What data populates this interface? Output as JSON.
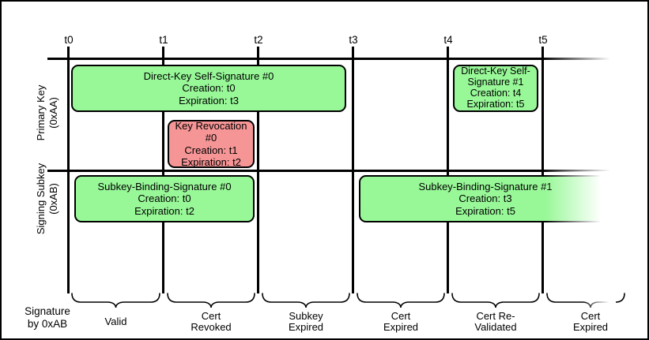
{
  "ticks": [
    "t0",
    "t1",
    "t2",
    "t3",
    "t4",
    "t5"
  ],
  "rows": [
    {
      "name": "primary-key",
      "label_lines": [
        "Primary Key",
        "(0xAA)"
      ]
    },
    {
      "name": "signing-subkey",
      "label_lines": [
        "Signing Subkey",
        "(0xAB)"
      ]
    }
  ],
  "boxes": {
    "dks0": {
      "row": "primary-key",
      "status": "valid",
      "span": [
        "t0",
        "t3"
      ],
      "lines": [
        "Direct-Key Self-Signature #0",
        "Creation: t0",
        "Expiration: t3"
      ]
    },
    "dks1": {
      "row": "primary-key",
      "status": "valid",
      "span": [
        "t4",
        "t5"
      ],
      "lines": [
        "Direct-Key Self-",
        "Signature #1",
        "Creation: t4",
        "Expiration: t5"
      ]
    },
    "revocation": {
      "row": "primary-key",
      "status": "revoked",
      "span": [
        "t1",
        "t2"
      ],
      "lines": [
        "Key Revocation #0",
        "Creation: t1",
        "Expiration: t2"
      ]
    },
    "sbs0": {
      "row": "signing-subkey",
      "status": "valid",
      "span": [
        "t0",
        "t2"
      ],
      "lines": [
        "Subkey-Binding-Signature #0",
        "Creation: t0",
        "Expiration: t2"
      ]
    },
    "sbs1": {
      "row": "signing-subkey",
      "status": "valid",
      "span": [
        "t3",
        "t5+"
      ],
      "lines": [
        "Subkey-Binding-Signature #1",
        "Creation: t3",
        "Expiration: t5"
      ]
    }
  },
  "bottom_axis": {
    "label_lines": [
      "Signature",
      "by 0xAB"
    ],
    "segments": [
      {
        "span": [
          "t0",
          "t1"
        ],
        "lines": [
          "Valid"
        ]
      },
      {
        "span": [
          "t1",
          "t2"
        ],
        "lines": [
          "Cert",
          "Revoked"
        ]
      },
      {
        "span": [
          "t2",
          "t3"
        ],
        "lines": [
          "Subkey",
          "Expired"
        ]
      },
      {
        "span": [
          "t3",
          "t4"
        ],
        "lines": [
          "Cert",
          "Expired"
        ]
      },
      {
        "span": [
          "t4",
          "t5"
        ],
        "lines": [
          "Cert Re-",
          "Validated"
        ]
      },
      {
        "span": [
          "t5",
          ""
        ],
        "lines": [
          "Cert",
          "Expired"
        ]
      }
    ]
  },
  "colors": {
    "valid_green": "#98f898",
    "revoked_red": "#f69596",
    "line": "#000000",
    "background": "#ffffff"
  }
}
